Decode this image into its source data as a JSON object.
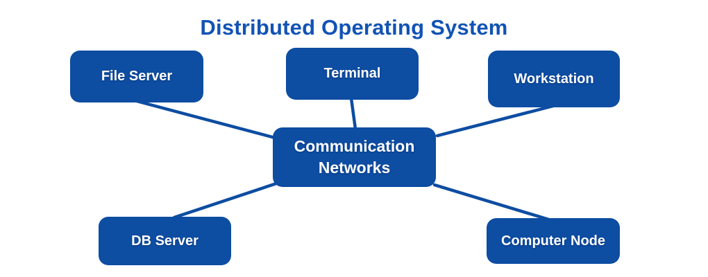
{
  "title": "Distributed Operating System",
  "colors": {
    "node_fill": "#0d4da2",
    "title_text": "#1253b5",
    "node_text": "#ffffff",
    "connector": "#0d4da2",
    "background": "#ffffff"
  },
  "diagram": {
    "type": "hub-and-spoke",
    "center_node": "Communication Networks",
    "connected_nodes": [
      "File Server",
      "Terminal",
      "Workstation",
      "DB Server",
      "Computer Node"
    ]
  },
  "nodes": [
    {
      "id": "file-server",
      "label": "File Server"
    },
    {
      "id": "terminal",
      "label": "Terminal"
    },
    {
      "id": "workstation",
      "label": "Workstation"
    },
    {
      "id": "communication-networks",
      "label": "Communication Networks"
    },
    {
      "id": "db-server",
      "label": "DB Server"
    },
    {
      "id": "computer-node",
      "label": "Computer Node"
    }
  ]
}
